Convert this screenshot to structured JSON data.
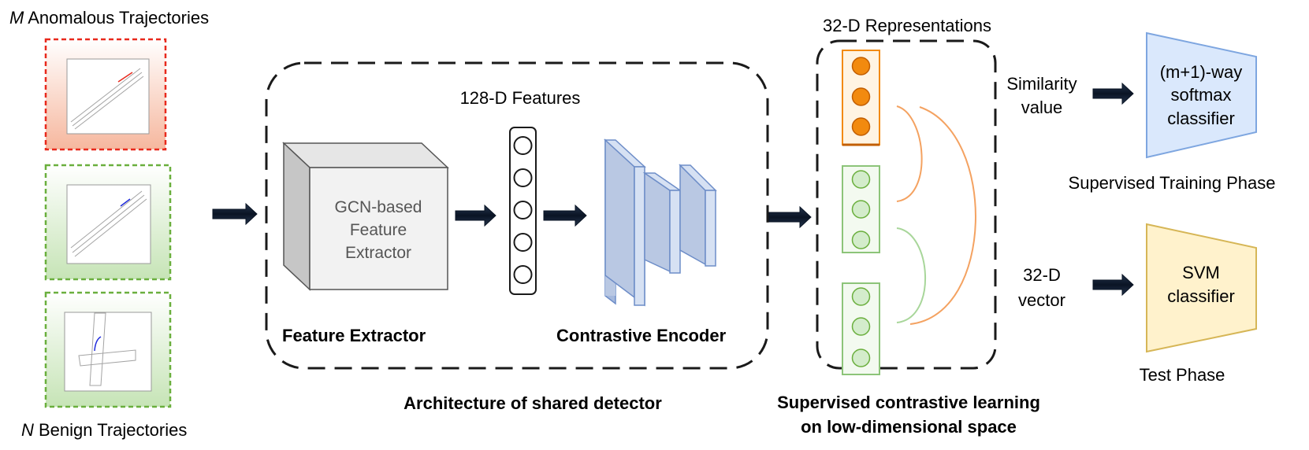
{
  "inputs": {
    "anomalous_label_prefix": "M",
    "anomalous_label_text": " Anomalous Trajectories",
    "benign_label_prefix": "N",
    "benign_label_text": " Benign Trajectories"
  },
  "detector": {
    "features_label": "128-D Features",
    "gcn_line1": "GCN-based",
    "gcn_line2": "Feature",
    "gcn_line3": "Extractor",
    "feature_extractor_label": "Feature Extractor",
    "contrastive_encoder_label": "Contrastive Encoder",
    "caption": "Architecture of shared detector"
  },
  "representations": {
    "title": "32-D Representations",
    "caption_line1": "Supervised contrastive learning",
    "caption_line2": "on low-dimensional space"
  },
  "training": {
    "similarity_line1": "Similarity",
    "similarity_line2": "value",
    "classifier_line1": "(m+1)-way",
    "classifier_line2": "softmax",
    "classifier_line3": "classifier",
    "phase_label": "Supervised Training Phase"
  },
  "test": {
    "vector_line1": "32-D",
    "vector_line2": "vector",
    "classifier_line1": "SVM",
    "classifier_line2": "classifier",
    "phase_label": "Test Phase"
  },
  "colors": {
    "anomalous": "#e8291c",
    "benign": "#6aaf3d",
    "orange_node": "#f28a0f",
    "green_node": "#d3eccb",
    "encoder_blue": "#b9c8e3",
    "training_fill": "#dae8fc",
    "test_fill": "#fff2cc",
    "arrow": "#0d1a2b"
  }
}
